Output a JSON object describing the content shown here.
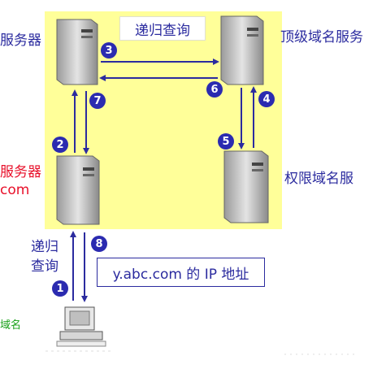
{
  "title": "递归查询",
  "answer_text": "y.abc.com 的 IP 地址",
  "query_label_top": "递归",
  "query_label_bottom": "查询",
  "labels": {
    "left_server": "服务器",
    "local_server_line1": "服务器",
    "local_server_line2": "com",
    "tld_server": "顶级域名服务",
    "auth_server": "权限域名服",
    "client": "域名"
  },
  "steps": [
    "1",
    "2",
    "3",
    "4",
    "5",
    "6",
    "7",
    "8"
  ],
  "colors": {
    "background_region": "#ffff99",
    "arrow": "#2b2b9f",
    "badge": "#2b2bb0",
    "highlight_text": "#e8102a",
    "client_text": "#18a018"
  },
  "icons": [
    "server-icon",
    "computer-icon"
  ]
}
